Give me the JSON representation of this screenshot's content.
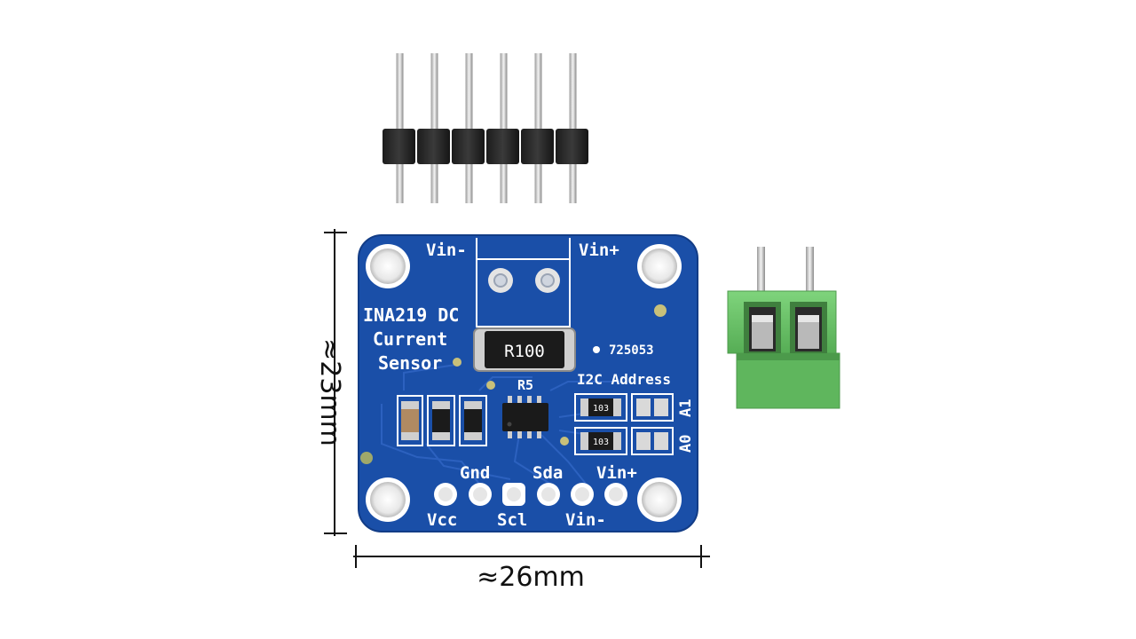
{
  "dimensions": {
    "height_label": "≈23mm",
    "width_label": "≈26mm"
  },
  "board": {
    "color": "#1a4fa8",
    "label_vin_minus_top": "Vin-",
    "label_vin_plus_top": "Vin+",
    "title_line1": "INA219 DC",
    "title_line2": "Current",
    "title_line3": "Sensor",
    "shunt_resistor": "R100",
    "r5_label": "R5",
    "part_number": "725053",
    "i2c_label": "I2C Address",
    "a1_label": "A1",
    "a0_label": "A0",
    "smd_code_1": "103",
    "smd_code_2": "103",
    "pins_top": [
      "Gnd",
      "Sda",
      "Vin+"
    ],
    "pins_bottom": [
      "Vcc",
      "Scl",
      "Vin-"
    ]
  },
  "accessories": {
    "header_pin_count": 6,
    "terminal_block_color": "#6cc36a",
    "terminal_positions": 2
  }
}
